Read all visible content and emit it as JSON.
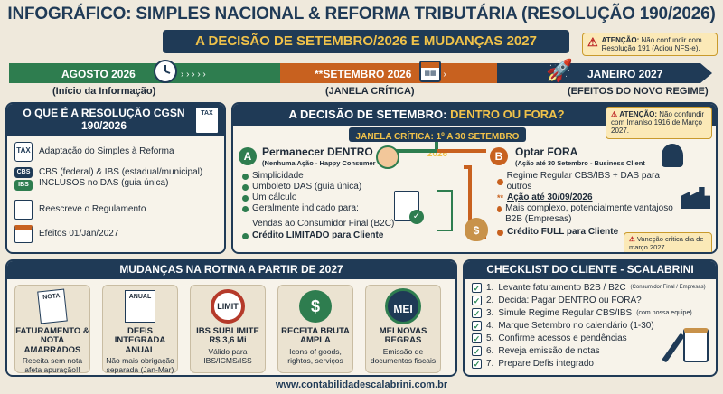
{
  "title": "INFOGRÁFICO: SIMPLES NACIONAL & REFORMA TRIBUTÁRIA (RESOLUÇÃO 190/2026)",
  "subtitle": "A DECISÃO DE SETEMBRO/2026 E MUDANÇAS 2027",
  "top_warning": {
    "label": "ATENÇÃO:",
    "text": "Não confundir com Resolução 191 (Adiou NFS-e)."
  },
  "timeline": [
    {
      "label": "AGOSTO 2026",
      "sub": "(Início da Informação)",
      "icon": "clock-icon"
    },
    {
      "label": "**SETEMBRO 2026",
      "sub": "(JANELA CRÍTICA)",
      "icon": "calendar-icon"
    },
    {
      "label": "JANEIRO 2027",
      "sub": "(EFEITOS DO NOVO REGIME)",
      "icon": "rocket-icon"
    }
  ],
  "what": {
    "title": "O QUE É A RESOLUÇÃO CGSN 190/2026",
    "tag": "TAX",
    "items": [
      {
        "text": "Adaptação do Simples à Reforma",
        "icon": "tax-doc-icon",
        "tag": "TAX"
      },
      {
        "text": "CBS (federal) & IBS (estadual/municipal) INCLUSOS no DAS (guia única)",
        "icon": "cbs-ibs-icon",
        "tag1": "CBS",
        "tag2": "IBS"
      },
      {
        "text": "Reescreve o Regulamento",
        "icon": "document-icon"
      },
      {
        "text": "Efeitos 01/Jan/2027",
        "icon": "calendar-icon"
      }
    ]
  },
  "decision": {
    "title_a": "A DECISÃO DE SETEMBRO:",
    "title_b": "DENTRO OU FORA?",
    "warning": {
      "label": "ATENÇÃO:",
      "text": "Não confundir com Imanlso 1916 de Março 2027."
    },
    "window": "JANELA CRÍTICA: 1º A 30 SETEMBRO 2026",
    "a": {
      "letter": "A",
      "title": "Permanecer DENTRO",
      "sub": "(Nenhuma Ação - Happy Consumer",
      "items": [
        "Simplicidade",
        "Umboleto DAS (guia única)",
        "Um cálculo",
        "Geralmente indicado para:",
        "Vendas ao Consumidor Final (B2C)",
        "Crédito LIMITADO para Cliente"
      ]
    },
    "b": {
      "letter": "B",
      "title": "Optar FORA",
      "sub": "(Ação até 30 Setembro - Business Client",
      "items": [
        "Regime Regular CBS/IBS + DAS para outros",
        "Ação até 30/09/2026",
        "Mais complexo, potencialmente vantajoso B2B (Empresas)",
        "Crédito FULL para Cliente"
      ],
      "item_marks": [
        "●",
        "**",
        "●",
        "●"
      ]
    },
    "bottom_note": "Vaneção crítica dia de março 2027."
  },
  "routine": {
    "title": "MUDANÇAS NA ROTINA A PARTIR DE 2027",
    "tiles": [
      {
        "title": "FATURAMENTO & NOTA AMARRADOS",
        "desc": "Receita sem nota afeta apuração!!",
        "icon": "note-pencil-icon",
        "tag": "NOTA"
      },
      {
        "title": "DEFIS INTEGRADA ANUAL",
        "desc": "Não mais obrigação separada (Jan-Mar)",
        "icon": "annual-form-icon",
        "tag": "ANUAL"
      },
      {
        "title": "IBS SUBLIMITE R$ 3,6 Mi",
        "desc": "Válido para IBS/ICMS/ISS",
        "icon": "limit-icon",
        "tag": "LIMIT"
      },
      {
        "title": "RECEITA BRUTA AMPLA",
        "desc": "Icons of goods, rightos, serviços",
        "icon": "money-icon",
        "tag": "$"
      },
      {
        "title": "MEI NOVAS REGRAS",
        "desc": "Emissão de documentos fiscais",
        "icon": "mei-badge-icon",
        "tag": "MEI"
      }
    ]
  },
  "checklist": {
    "title": "CHECKLIST DO CLIENTE - SCALABRINI",
    "items": [
      {
        "n": "1.",
        "text": "Levante faturamento B2B / B2C",
        "small": "(Consumidor Final / Empresas)"
      },
      {
        "n": "2.",
        "text": "Decida: Pagar DENTRO ou FORA?",
        "small": ""
      },
      {
        "n": "3.",
        "text": "Simule Regime Regular CBS/IBS",
        "small": "(com nossa equipe)"
      },
      {
        "n": "4.",
        "text": "Marque Setembro no calendário (1-30)",
        "small": ""
      },
      {
        "n": "5.",
        "text": "Confirme acessos e pendências",
        "small": ""
      },
      {
        "n": "6.",
        "text": "Reveja emissão de notas",
        "small": ""
      },
      {
        "n": "7.",
        "text": "Prepare Defis integrado",
        "small": ""
      }
    ]
  },
  "footer": "www.contabilidadescalabrini.com.br",
  "colors": {
    "navy": "#1f3a56",
    "orange": "#c8611f",
    "green": "#2e7d4f",
    "beige": "#efe9dc",
    "gold": "#e8b23a"
  }
}
